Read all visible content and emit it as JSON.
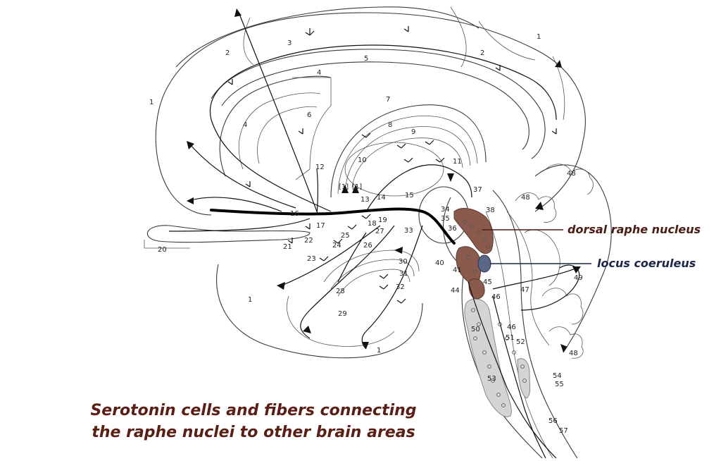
{
  "colors": {
    "dorsal_raphe": "#8a5a4c",
    "locus_coeruleus": "#5a6888",
    "callout_dorsal": "#4a1c14",
    "callout_locus": "#1c2648",
    "caption": "#5a1e14",
    "cell_column": "#d4d4d4"
  },
  "labels": {
    "dorsal_raphe": "dorsal raphe nucleus",
    "locus_coeruleus": "locus coeruleus"
  },
  "caption": {
    "line1": "Serotonin cells and fibers connecting",
    "line2": "the raphe nuclei to other brain areas"
  },
  "region_numbers": [
    "1",
    "1",
    "1",
    "1",
    "2",
    "2",
    "3",
    "4",
    "4",
    "5",
    "6",
    "7",
    "8",
    "9",
    "10",
    "11",
    "12",
    "[1]",
    "[1]",
    "13",
    "14",
    "15",
    "16",
    "17",
    "18",
    "19",
    "20",
    "21",
    "22",
    "23",
    "24",
    "25",
    "26",
    "27",
    "28",
    "29",
    "30",
    "31",
    "32",
    "33",
    "34",
    "35",
    "36",
    "37",
    "38",
    "40",
    "41",
    "44",
    "45",
    "46",
    "46",
    "47",
    "48",
    "48",
    "48",
    "49",
    "50",
    "51",
    "52",
    "53",
    "54",
    "55",
    "56",
    "57"
  ]
}
